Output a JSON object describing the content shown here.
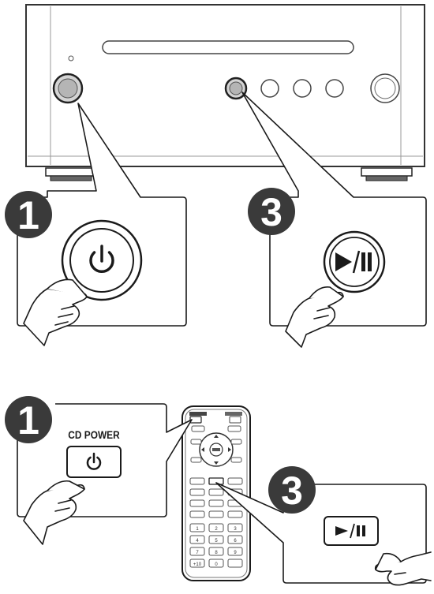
{
  "steps": {
    "top_left": "1",
    "top_right": "3",
    "bottom_left": "1",
    "bottom_right": "3"
  },
  "labels": {
    "cd_power": "CD POWER",
    "play_pause": "►/❚❚"
  },
  "icons": {
    "power": "power-icon",
    "play_pause": "play-pause-icon"
  },
  "remote": {
    "number_keys": [
      "1",
      "2",
      "3",
      "4",
      "5",
      "6",
      "7",
      "8",
      "9",
      "+10",
      "0",
      ""
    ]
  },
  "colors": {
    "step_badge": "#3a3a3a",
    "line": "#1a1a1a",
    "panel_fill": "#ffffff",
    "device_edge": "#333333"
  }
}
